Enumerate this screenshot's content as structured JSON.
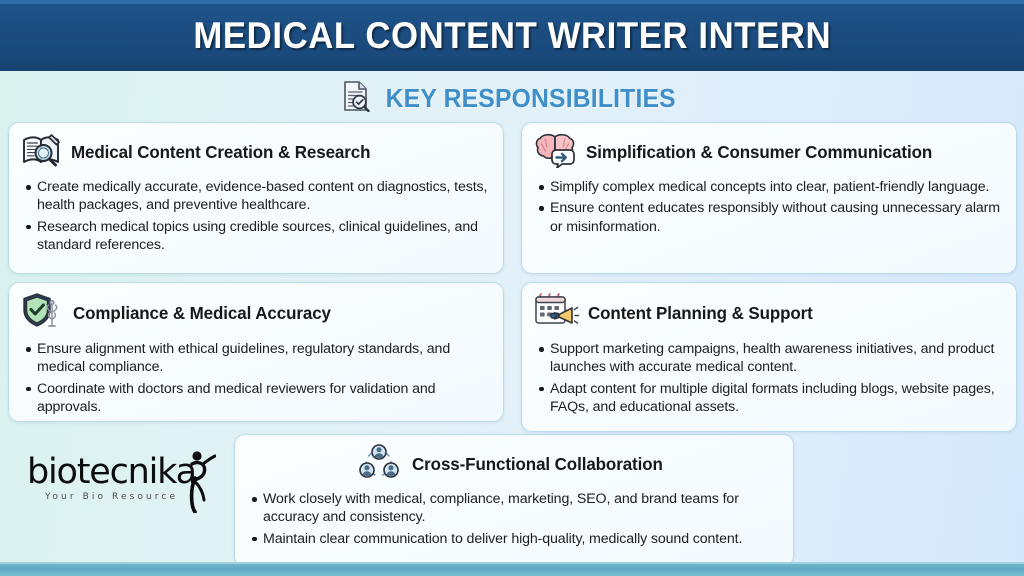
{
  "header": {
    "title": "MEDICAL CONTENT WRITER INTERN",
    "band_color": "#1c4d81",
    "title_color": "#ffffff"
  },
  "section": {
    "title": "KEY RESPONSIBILITIES",
    "icon": "document-search-icon",
    "title_color": "#3f8fcb"
  },
  "background": {
    "gradient_from": "#d9f2ee",
    "gradient_to": "#d5e8fb",
    "bottom_strip_color": "#6fb7c9"
  },
  "cards": [
    {
      "id": "medical-content-creation-research",
      "icon": "book-magnifier-icon",
      "title": "Medical Content Creation & Research",
      "bullets": [
        "Create medically accurate, evidence-based content on diagnostics, tests, health packages, and preventive healthcare.",
        "Research medical topics using credible sources, clinical guidelines, and standard references."
      ]
    },
    {
      "id": "simplification-consumer-communication",
      "icon": "brain-speech-bubble-icon",
      "title": "Simplification & Consumer Communication",
      "bullets": [
        "Simplify complex medical concepts into clear, patient-friendly language.",
        "Ensure content educates responsibly without causing unnecessary alarm or misinformation."
      ]
    },
    {
      "id": "compliance-medical-accuracy",
      "icon": "shield-check-caduceus-icon",
      "title": "Compliance & Medical Accuracy",
      "bullets": [
        "Ensure alignment with ethical guidelines, regulatory standards, and medical compliance.",
        "Coordinate with doctors and medical reviewers for validation and approvals."
      ]
    },
    {
      "id": "content-planning-support",
      "icon": "calendar-megaphone-icon",
      "title": "Content Planning & Support",
      "bullets": [
        "Support marketing campaigns, health awareness initiatives, and product launches with accurate medical content.",
        "Adapt content for multiple digital formats including blogs, website pages, FAQs, and educational assets."
      ]
    },
    {
      "id": "cross-functional-collaboration",
      "icon": "three-users-network-icon",
      "title": "Cross-Functional Collaboration",
      "bullets": [
        "Work closely with medical, compliance, marketing, SEO, and brand teams for accuracy and consistency.",
        "Maintain clear communication to deliver high-quality, medically sound content."
      ]
    }
  ],
  "logo": {
    "wordmark": "biotecnika",
    "tagline": "Your Bio Resource"
  }
}
